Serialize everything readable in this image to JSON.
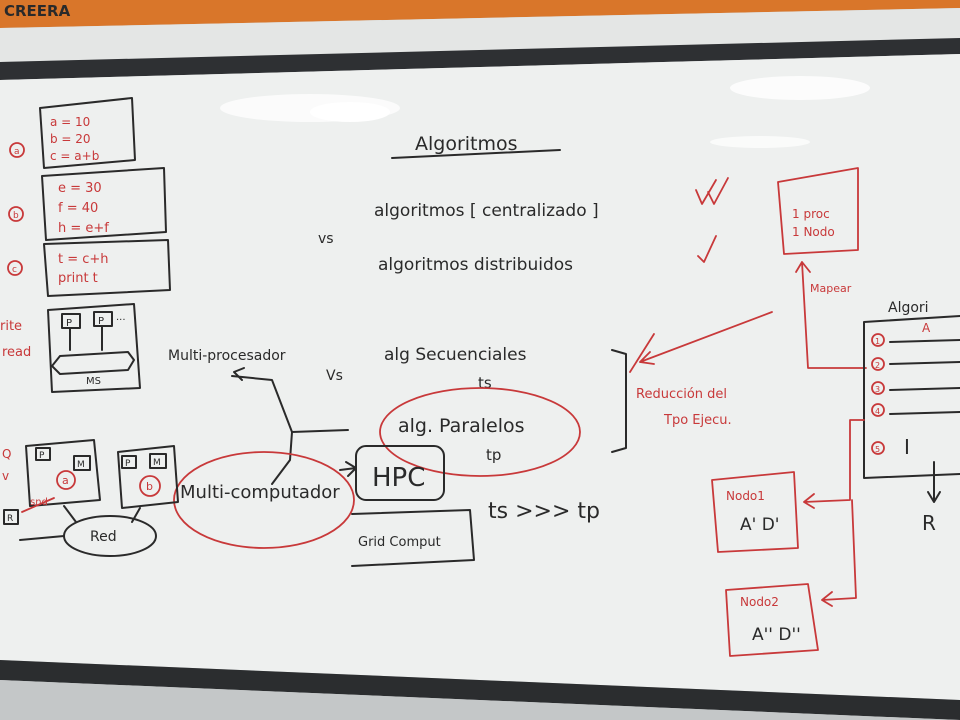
{
  "logo_text": "CREERA",
  "title": "Algoritmos",
  "line_centralizado": "algoritmos [ centralizado ]",
  "vs_left": "vs",
  "line_distribuidos": "algoritmos distribuidos",
  "code_a": {
    "marker": "a",
    "lines": [
      "a = 10",
      "b = 20",
      "c = a+b"
    ]
  },
  "code_b": {
    "marker": "b",
    "lines": [
      "e = 30",
      "f = 40",
      "h = e+f"
    ]
  },
  "code_c": {
    "marker": "c",
    "lines": [
      "t = c+h",
      "print t"
    ]
  },
  "left_edge_text_1": "rite",
  "left_edge_text_2": "read",
  "thread_box": {
    "p1": "P",
    "p2": "P",
    "ms": "MS",
    "dots": "..."
  },
  "multiprocesador": "Multi-procesador",
  "vs_mid": "Vs",
  "multicomputador": "Multi-computador",
  "alg_secuenciales": "alg    Secuenciales",
  "ts_label": "ts",
  "alg_paralelos": "alg.  Paralelos",
  "tp_label": "tp",
  "hpc": "HPC",
  "grid": "Grid Comput",
  "ts_gt_tp": "ts >>> tp",
  "red": "Red",
  "nodes_left": {
    "a": "a",
    "b": "b",
    "p": "P",
    "m": "M",
    "r": "R",
    "snd": "snd",
    "q": "Q",
    "v": "v"
  },
  "reduccion": [
    "Reducción del",
    "Tpo Ejecu."
  ],
  "proc_box": [
    "1 proc",
    "1 Nodo"
  ],
  "mapear": "Mapear",
  "algo_box": {
    "title": "Algori",
    "sub": "A",
    "items": [
      "1",
      "2",
      "3",
      "4",
      "5"
    ],
    "i_label": "I",
    "r_label": "R"
  },
  "nodo1": {
    "label": "Nodo1",
    "value": "A' D'"
  },
  "nodo2": {
    "label": "Nodo2",
    "value": "A'' D''"
  }
}
